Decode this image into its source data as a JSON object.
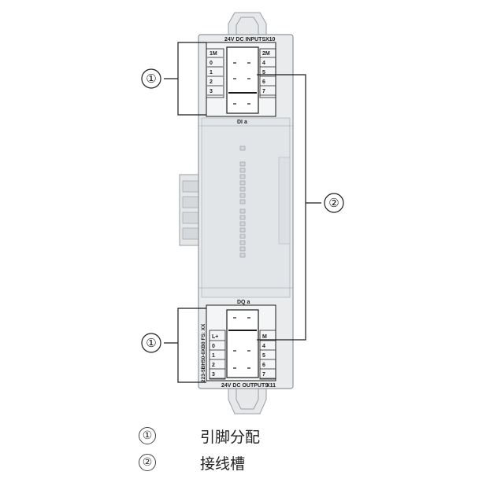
{
  "module": {
    "top_header": "24V DC INPUTS",
    "top_connector": "X10",
    "top_left_pins": [
      "1M",
      "0",
      "1",
      "2",
      "3"
    ],
    "top_right_pins": [
      "2M",
      "4",
      "5",
      "6",
      "7"
    ],
    "top_caption": "DI a",
    "bottom_caption": "DQ a",
    "bottom_left_pins": [
      "L+",
      "0",
      "1",
      "2",
      "3"
    ],
    "bottom_right_pins": [
      "M",
      "4",
      "5",
      "6",
      "7"
    ],
    "bottom_footer": "24V DC OUTPUTS",
    "bottom_connector": "X11",
    "side_label": "223-5BH50-0XB0  FS: XX"
  },
  "callouts": {
    "one": "①",
    "two": "②"
  },
  "legend": [
    {
      "number": "①",
      "text": "引脚分配"
    },
    {
      "number": "②",
      "text": "接线槽"
    }
  ]
}
